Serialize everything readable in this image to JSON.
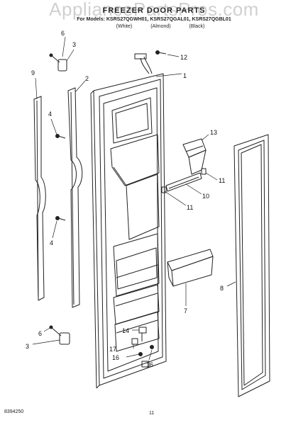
{
  "header": {
    "watermark": "AppliancePartsPros.com",
    "title": "FREEZER DOOR PARTS",
    "models": "For Models: KSRS27QGWH01, KSRS27QGAL01, KSRS27QGBL01",
    "colors": [
      "(White)",
      "(Almond)",
      "(Black)"
    ]
  },
  "callouts": [
    {
      "id": "1",
      "label": "1"
    },
    {
      "id": "2",
      "label": "2"
    },
    {
      "id": "3a",
      "label": "3"
    },
    {
      "id": "3b",
      "label": "3"
    },
    {
      "id": "4a",
      "label": "4"
    },
    {
      "id": "4b",
      "label": "4"
    },
    {
      "id": "6a",
      "label": "6"
    },
    {
      "id": "6b",
      "label": "6"
    },
    {
      "id": "7",
      "label": "7"
    },
    {
      "id": "8",
      "label": "8"
    },
    {
      "id": "9",
      "label": "9"
    },
    {
      "id": "10",
      "label": "10"
    },
    {
      "id": "11a",
      "label": "11"
    },
    {
      "id": "11b",
      "label": "11"
    },
    {
      "id": "12",
      "label": "12"
    },
    {
      "id": "13",
      "label": "13"
    },
    {
      "id": "14",
      "label": "14"
    },
    {
      "id": "16a",
      "label": "16"
    },
    {
      "id": "16b",
      "label": "16"
    },
    {
      "id": "17",
      "label": "17"
    }
  ],
  "footer": {
    "code": "8394250",
    "page": "11"
  }
}
